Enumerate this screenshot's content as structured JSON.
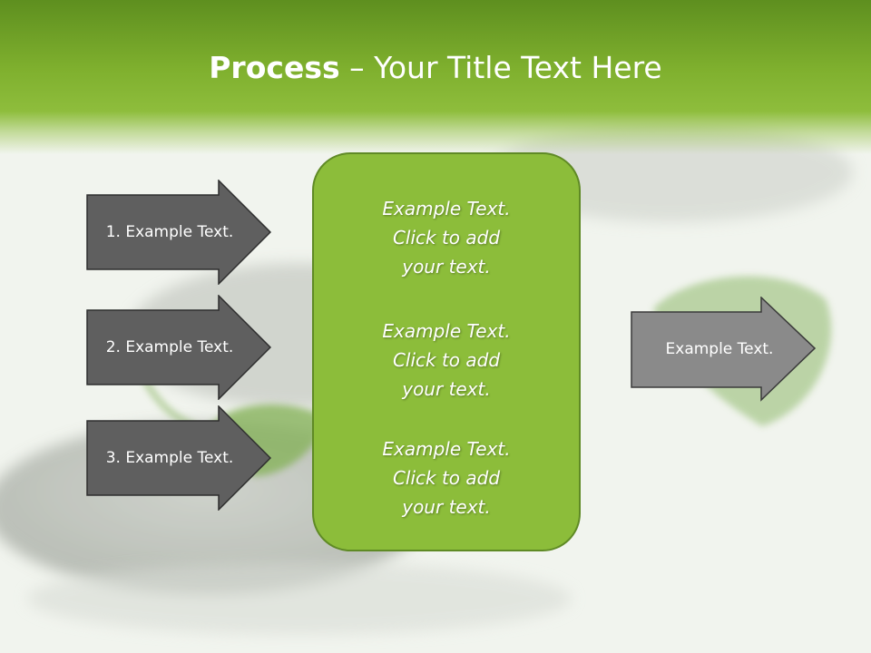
{
  "slide": {
    "title_bold": "Process",
    "title_rest": " – Your Title Text Here"
  },
  "left_arrows": [
    {
      "label": "1. Example Text."
    },
    {
      "label": "2. Example Text."
    },
    {
      "label": "3. Example Text."
    }
  ],
  "center_box": {
    "items": [
      {
        "line1": "Example Text.",
        "line2": "Click  to add",
        "line3": "your text."
      },
      {
        "line1": "Example Text.",
        "line2": "Click  to add",
        "line3": "your text."
      },
      {
        "line1": "Example Text.",
        "line2": "Click  to add",
        "line3": "your text."
      }
    ]
  },
  "right_arrow": {
    "label": "Example Text."
  },
  "colors": {
    "title_band": "#7fb02e",
    "box_fill": "#8cbd3a",
    "box_border": "#5f8a25",
    "dark_arrow": "#5f5f5f",
    "light_arrow": "#8a8a8a"
  }
}
